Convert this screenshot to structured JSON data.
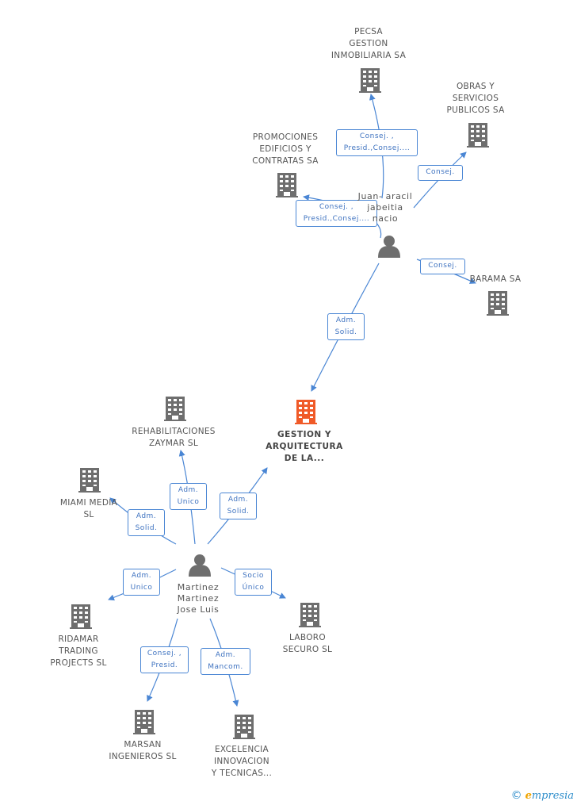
{
  "colors": {
    "company_icon": "#6e6e6e",
    "focus_icon": "#f05a28",
    "edge": "#4a86d4",
    "edge_label_text": "#3f73c0",
    "label_text": "#555555"
  },
  "companies": [
    {
      "id": "pecsa",
      "lines": [
        "PECSA",
        "GESTION",
        "INMOBILIARIA SA"
      ],
      "focus": false
    },
    {
      "id": "obras",
      "lines": [
        "OBRAS Y",
        "SERVICIOS",
        "PUBLICOS SA"
      ],
      "focus": false
    },
    {
      "id": "promociones",
      "lines": [
        "PROMOCIONES",
        "EDIFICIOS Y",
        "CONTRATAS SA"
      ],
      "focus": false
    },
    {
      "id": "barama",
      "lines": [
        "BARAMA SA"
      ],
      "focus": false
    },
    {
      "id": "gestion",
      "lines": [
        "GESTION Y",
        "ARQUITECTURA",
        "DE LA..."
      ],
      "focus": true
    },
    {
      "id": "rehabilitaciones",
      "lines": [
        "REHABILITACIONES",
        "ZAYMAR SL"
      ],
      "focus": false
    },
    {
      "id": "miami",
      "lines": [
        "MIAMI MEDIA",
        "SL"
      ],
      "focus": false
    },
    {
      "id": "ridamar",
      "lines": [
        "RIDAMAR",
        "TRADING",
        "PROJECTS SL"
      ],
      "focus": false
    },
    {
      "id": "laboro",
      "lines": [
        "LABORO",
        "SECURO SL"
      ],
      "focus": false
    },
    {
      "id": "marsan",
      "lines": [
        "MARSAN",
        "INGENIEROS SL"
      ],
      "focus": false
    },
    {
      "id": "excelencia",
      "lines": [
        "EXCELENCIA",
        "INNOVACION",
        "Y TECNICAS..."
      ],
      "focus": false
    }
  ],
  "persons": [
    {
      "id": "juan",
      "lines": [
        "Juan- aracil",
        "jabeitia",
        "nacio"
      ]
    },
    {
      "id": "martinez",
      "lines": [
        "Martinez",
        "Martinez",
        "Jose Luis"
      ]
    }
  ],
  "relations": [
    {
      "id": "juan-pecsa",
      "lines": [
        "Consej. ,",
        "Presid.,Consej...."
      ]
    },
    {
      "id": "juan-obras",
      "lines": [
        "Consej."
      ]
    },
    {
      "id": "juan-promociones",
      "lines": [
        "Consej. ,",
        "Presid.,Consej...."
      ]
    },
    {
      "id": "juan-barama",
      "lines": [
        "Consej."
      ]
    },
    {
      "id": "juan-gestion",
      "lines": [
        "Adm.",
        "Solid."
      ]
    },
    {
      "id": "martinez-gestion",
      "lines": [
        "Adm.",
        "Solid."
      ]
    },
    {
      "id": "martinez-rehabilitaciones",
      "lines": [
        "Adm.",
        "Unico"
      ]
    },
    {
      "id": "martinez-miami",
      "lines": [
        "Adm.",
        "Solid."
      ]
    },
    {
      "id": "martinez-ridamar",
      "lines": [
        "Adm.",
        "Unico"
      ]
    },
    {
      "id": "martinez-laboro",
      "lines": [
        "Socio",
        "Único"
      ]
    },
    {
      "id": "martinez-marsan",
      "lines": [
        "Consej. ,",
        "Presid."
      ]
    },
    {
      "id": "martinez-excelencia",
      "lines": [
        "Adm.",
        "Mancom."
      ]
    }
  ],
  "brand": {
    "copyright": "©",
    "initial": "e",
    "rest": "mpresia"
  }
}
